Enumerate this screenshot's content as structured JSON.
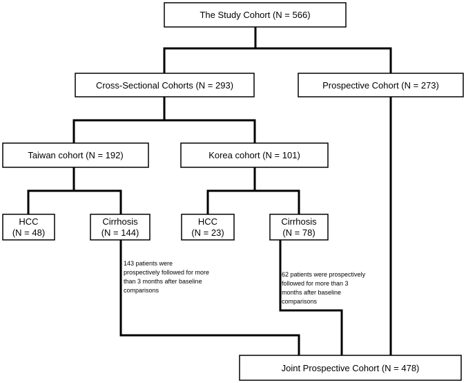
{
  "nodes": {
    "study": "The Study Cohort (N = 566)",
    "cross": "Cross-Sectional Cohorts (N = 293)",
    "prospective": "Prospective Cohort (N = 273)",
    "taiwan": "Taiwan cohort (N = 192)",
    "korea": "Korea cohort (N = 101)",
    "tw_hcc": {
      "line1": "HCC",
      "line2": "(N = 48)"
    },
    "tw_cirrhosis": {
      "line1": "Cirrhosis",
      "line2": "(N = 144)"
    },
    "kr_hcc": {
      "line1": "HCC",
      "line2": "(N = 23)"
    },
    "kr_cirrhosis": {
      "line1": "Cirrhosis",
      "line2": "(N = 78)"
    },
    "joint": "Joint Prospective Cohort (N = 478)"
  },
  "notes": {
    "taiwan_followup": [
      "143 patients were",
      "prospectively followed for more",
      "than 3 months after baseline",
      "comparisons"
    ],
    "korea_followup": [
      "62 patients were prospectively",
      "followed for more than 3",
      "months after baseline",
      "comparisons"
    ]
  }
}
